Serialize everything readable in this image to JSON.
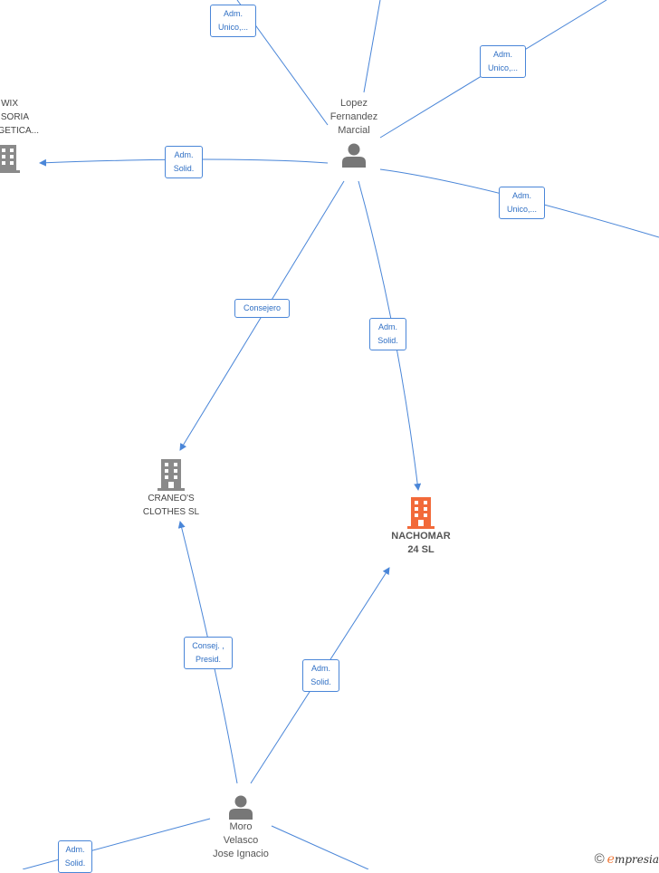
{
  "persons": {
    "lopez": {
      "lines": [
        "Lopez",
        "Fernandez",
        "Marcial"
      ]
    },
    "moro": {
      "lines": [
        "Moro",
        "Velasco",
        "Jose Ignacio"
      ]
    }
  },
  "companies": {
    "craneos": {
      "lines": [
        "CRANEO'S",
        "CLOTHES  SL"
      ],
      "color": "#8a8a8a"
    },
    "nachomar": {
      "lines": [
        "NACHOMAR",
        "24  SL"
      ],
      "color": "#f26a3a"
    },
    "wix": {
      "lines": [
        "WIX",
        "SORIA",
        "GETICA..."
      ],
      "color": "#8a8a8a"
    }
  },
  "relations": {
    "r1": [
      "Adm.",
      "Unico,..."
    ],
    "r2": [
      "Adm.",
      "Unico,..."
    ],
    "r3": [
      "Adm.",
      "Solid."
    ],
    "r4": [
      "Adm.",
      "Unico,..."
    ],
    "r5": [
      "Consejero"
    ],
    "r6": [
      "Adm.",
      "Solid."
    ],
    "r7": [
      "Consej. ,",
      "Presid."
    ],
    "r8": [
      "Adm.",
      "Solid."
    ],
    "r9": [
      "Adm.",
      "Solid."
    ]
  },
  "brand": {
    "copyright": "©",
    "e": "e",
    "rest": "mpresia"
  },
  "colors": {
    "edge": "#4a86d8",
    "person": "#777777"
  }
}
